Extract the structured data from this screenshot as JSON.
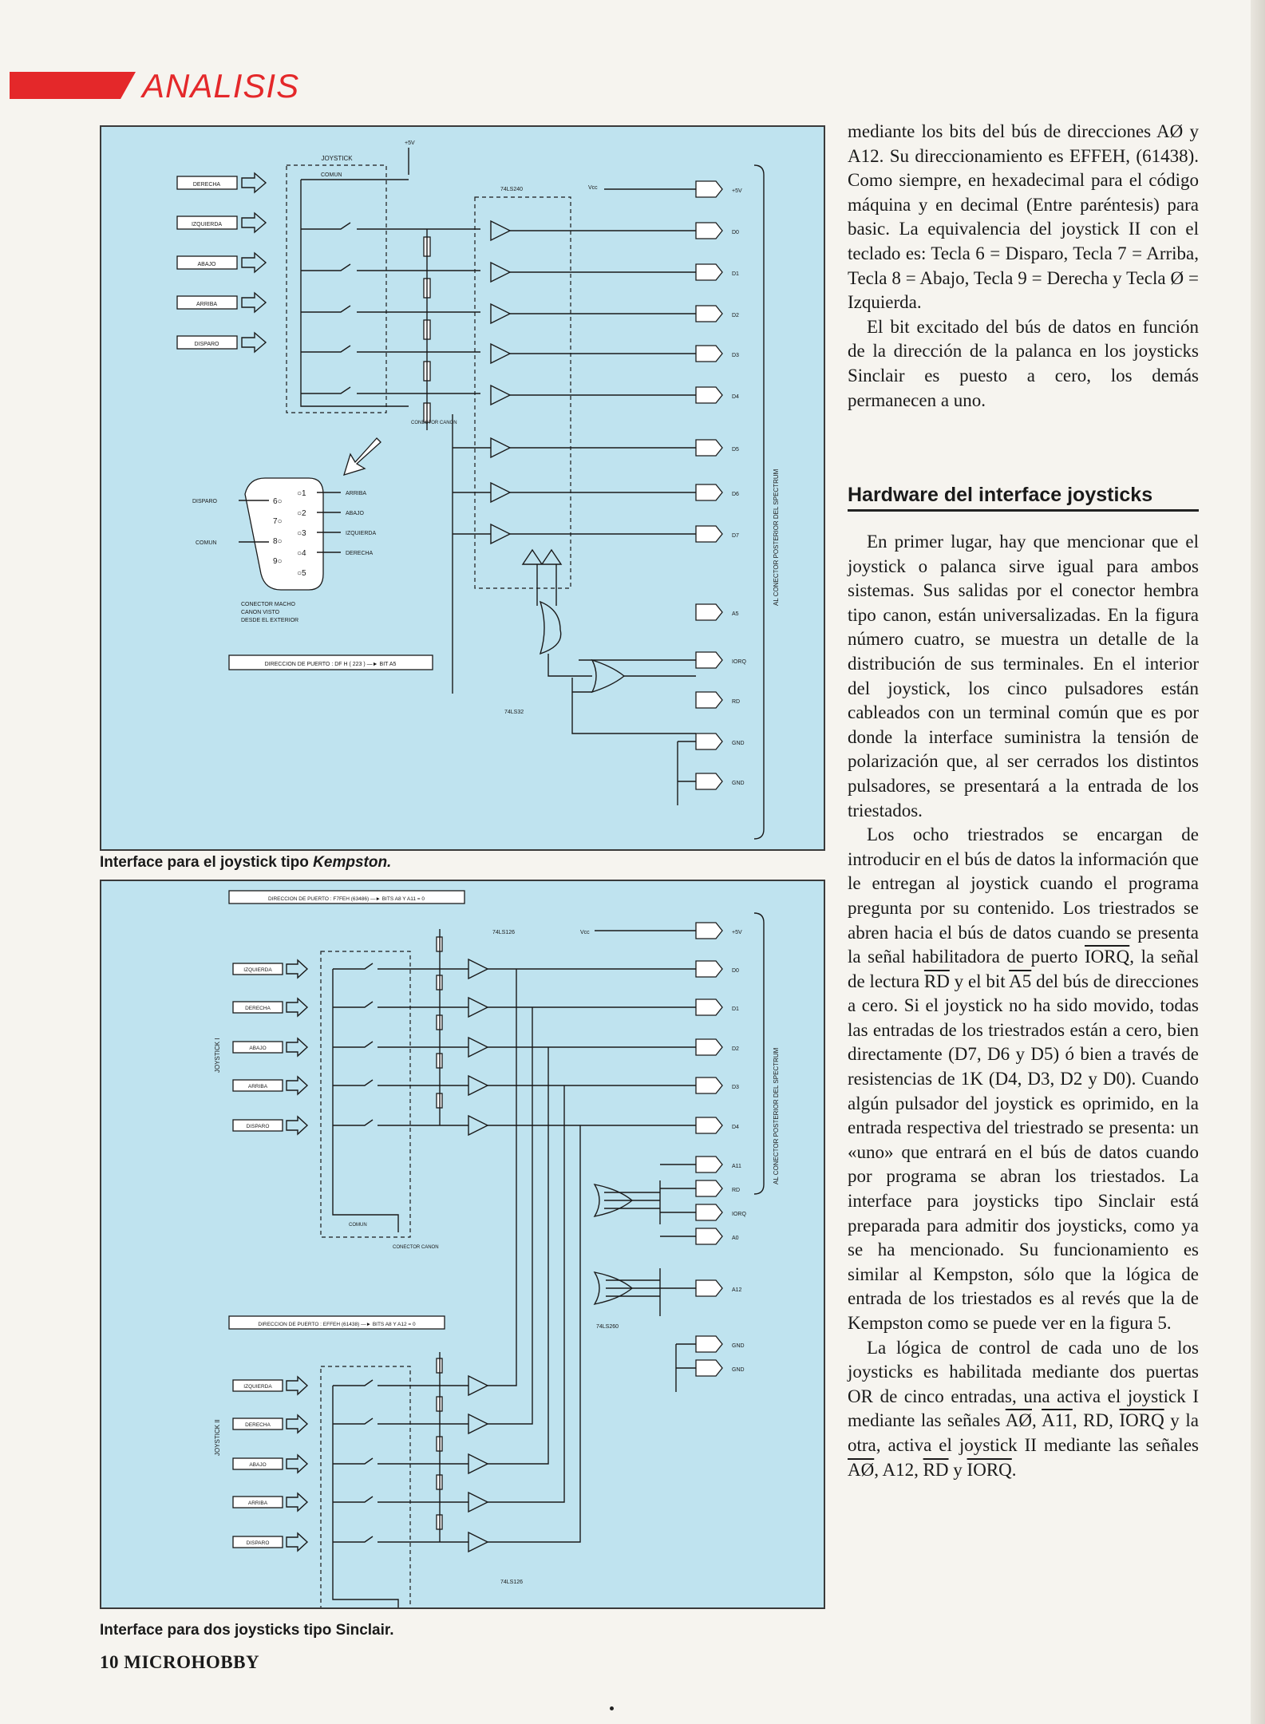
{
  "section": {
    "title": "ANALISIS"
  },
  "figure1": {
    "caption_prefix": "Interface para el joystick tipo ",
    "caption_italic": "Kempston.",
    "joystick_label": "JOYSTICK",
    "comun_label": "COMUN",
    "plus5v": "+5V",
    "vcc": "Vcc",
    "chip_buffer": "74LS240",
    "chip_or": "74LS32",
    "connector_canon": "CONECTOR CANON",
    "connector_male": [
      "CONECTOR MACHO",
      "CANON VISTO",
      "DESDE EL EXTERIOR"
    ],
    "address_box": "DIRECCION DE PUERTO : DF H ( 223 ) —► BIT A5",
    "side_label": "AL CONECTOR POSTERIOR DEL SPECTRUM",
    "inputs": [
      "DERECHA",
      "IZQUIERDA",
      "ABAJO",
      "ARRIBA",
      "DISPARO"
    ],
    "pin_labels": [
      "ARRIBA",
      "ABAJO",
      "IZQUIERDA",
      "DERECHA"
    ],
    "pin_side_left": [
      "DISPARO",
      "COMUN"
    ],
    "outputs": [
      "+5V",
      "D0",
      "D1",
      "D2",
      "D3",
      "D4",
      "D5",
      "D6",
      "D7",
      "A5",
      "IORQ",
      "RD",
      "GND",
      "GND"
    ]
  },
  "figure2": {
    "caption": "Interface para dos joysticks tipo Sinclair.",
    "joystick1_label": "JOYSTICK I",
    "joystick2_label": "JOYSTICK II",
    "comun_label": "COMUN",
    "connector_canon": "CONECTOR CANON",
    "vcc": "Vcc",
    "chip_top": "74LS126",
    "chip_bottom": "74LS126",
    "chip_or": "74LS260",
    "address_top": "DIRECCION DE PUERTO : F7FEH (63486) —► BITS A8 Y A11 = 0",
    "address_bottom": "DIRECCION DE PUERTO : EFFEH (61438) —► BITS A8 Y A12 = 0",
    "side_label": "AL CONECTOR POSTERIOR DEL SPECTRUM",
    "inputs_top": [
      "IZQUIERDA",
      "DERECHA",
      "ABAJO",
      "ARRIBA",
      "DISPARO"
    ],
    "inputs_bottom": [
      "IZQUIERDA",
      "DERECHA",
      "ABAJO",
      "ARRIBA",
      "DISPARO"
    ],
    "outputs": [
      "+5V",
      "D0",
      "D1",
      "D2",
      "D3",
      "D4",
      "A11",
      "RD",
      "IORQ",
      "A0",
      "A12",
      "GND",
      "GND"
    ]
  },
  "text": {
    "col1_p1": "mediante los bits del bús de direcciones AØ y A12. Su direccionamiento es EFFEH, (61438). Como siempre, en hexadecimal para el código máquina y en decimal (Entre paréntesis) para basic. La equivalencia del joystick II con el teclado es: Tecla 6 = Disparo, Tecla 7 = Arriba, Tecla 8 = Abajo, Tecla 9 = Derecha y Tecla Ø = Izquierda.",
    "col1_p2": "El bit excitado del bús de datos en función de la dirección de la palanca en los joysticks Sinclair es puesto a cero, los demás permanecen a uno.",
    "heading": "Hardware del interface joysticks",
    "col2_p1": "En primer lugar, hay que mencionar que el joystick o palanca sirve igual para ambos sistemas. Sus salidas por el conector hembra tipo canon, están universalizadas. En la figura número cuatro, se muestra un detalle de la distribución de sus terminales. En el interior del joystick, los cinco pulsadores están cableados con un terminal común que es por donde la interface suministra la tensión de polarización que, al ser cerrados los distintos pulsadores, se presentará a la entrada de los triestados.",
    "col2_p2a": "Los ocho triestrados se encargan de introducir en el bús de datos la información que le entregan al joystick cuando el programa pregunta por su contenido. Los triestrados se abren hacia el bús de datos cuando se presenta la señal habilitadora de puerto ",
    "sig_iorq": "IORQ",
    "col2_p2b": ", la señal de lectura ",
    "sig_rd": "RD",
    "col2_p2c": " y el bit ",
    "sig_a5": "A5",
    "col2_p2d": " del bús de direcciones a cero. Si el joystick no ha sido movido, todas las entradas de los triestrados están a cero, bien directamente (D7, D6 y D5) ó bien a través de resistencias de 1K (D4, D3, D2 y D0). Cuando algún pulsador del joystick es oprimido, en la entrada respectiva del triestrado se presenta: un «uno» que entrará en el bús de datos cuando por programa se abran los triestados. La interface para joysticks tipo Sinclair está preparada para admitir dos joysticks, como ya se ha mencionado. Su funcionamiento es similar al Kempston, sólo que la lógica de entrada de los triestados es al revés que la de Kempston como se puede ver en la figura 5.",
    "col2_p3a": "La lógica de control de cada uno de los joysticks es habilitada mediante dos puertas OR de cinco entradas, una activa el joystick I mediante las señales ",
    "sig_a0": "AØ",
    "sig_a11": "A11",
    "col2_p3b": ", RD, ",
    "col2_p3c": " y la otra, activa el joystick II mediante las señales ",
    "sig_a12": "A12",
    "col2_p3d": " y ",
    "comma": ", ",
    "period": ".",
    "folio": "10 MICROHOBBY"
  }
}
